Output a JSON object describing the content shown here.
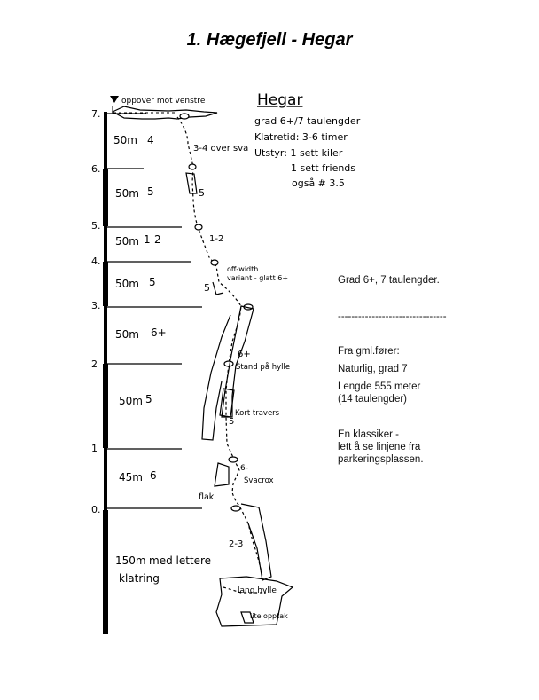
{
  "title": "1. Hægefjell - Hegar",
  "topo": {
    "heading": "Hegar",
    "direction_note": "oppover mot venstre",
    "info_lines": [
      "grad 6+/7 taulengder",
      "Klatretid: 3-6 timer",
      "Utstyr: 1 sett kiler",
      "1 sett friends",
      "også # 3.5"
    ],
    "scale_markers": [
      "7.",
      "6.",
      "5.",
      "4.",
      "3.",
      "2",
      "1",
      "0."
    ],
    "pitches": [
      {
        "length": "50m",
        "grade": "4"
      },
      {
        "length": "50m",
        "grade": "5"
      },
      {
        "length": "50m",
        "grade": "1-2"
      },
      {
        "length": "50m",
        "grade": "5"
      },
      {
        "length": "50m",
        "grade": "6+"
      },
      {
        "length": "50m",
        "grade": "5"
      },
      {
        "length": "45m",
        "grade": "6-"
      },
      {
        "length": "150m",
        "grade": "med lettere klatring"
      }
    ],
    "route_labels": {
      "l1": "3-4 over sva",
      "l2": "5",
      "l3": "1-2",
      "l4": "off-width",
      "l5": "variant - glatt 6+",
      "l6": "5",
      "l7": "6+",
      "l8": "Stand på hylle",
      "l9": "Kort travers",
      "l10": "5",
      "l11": "6-",
      "l12": "Svacrox",
      "l13": "flak",
      "l14": "2-3",
      "l15": "lang hylle",
      "l16": "lite opptak"
    }
  },
  "side": {
    "grade": "Grad 6+, 7 taulengder.",
    "separator": "--------------------------------",
    "source": "Fra gml.fører:",
    "natural": "Naturlig, grad 7",
    "length1": "Lengde 555 meter",
    "length2": "(14 taulengder)",
    "classic1": "En klassiker -",
    "classic2": "lett å se linjene fra",
    "classic3": "parkeringsplassen."
  }
}
